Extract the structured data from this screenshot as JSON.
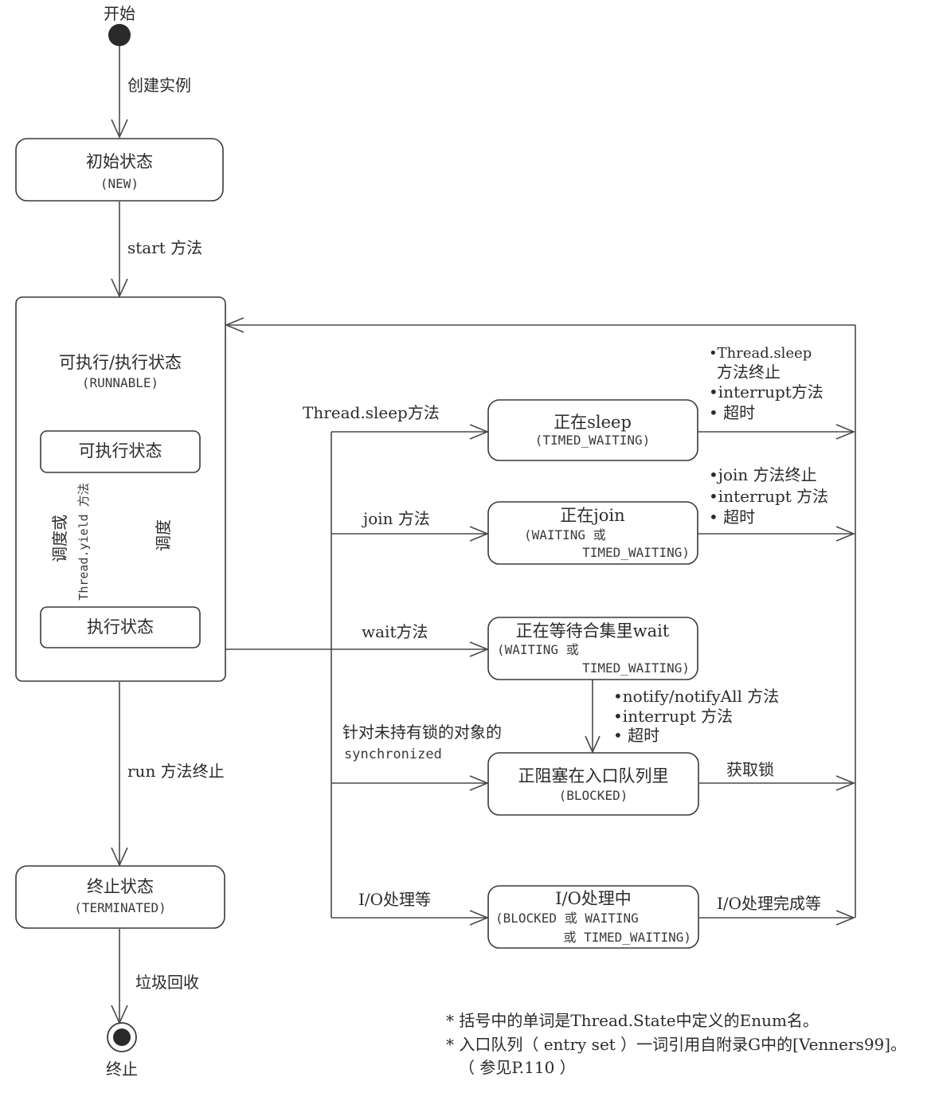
{
  "nodes": {
    "start_label": "开始",
    "end_label": "终止",
    "new": {
      "title": "初始状态",
      "code": "(NEW)"
    },
    "runnable": {
      "title": "可执行/执行状态",
      "code": "(RUNNABLE)"
    },
    "ready": {
      "title": "可执行状态"
    },
    "running": {
      "title": "执行状态"
    },
    "terminated": {
      "title": "终止状态",
      "code": "(TERMINATED)"
    },
    "sleep": {
      "title": "正在sleep",
      "code": "(TIMED_WAITING)"
    },
    "join": {
      "title": "正在join",
      "code1": "(WAITING 或",
      "code2": "TIMED_WAITING)"
    },
    "wait": {
      "title": "正在等待合集里wait",
      "code1": "(WAITING 或",
      "code2": "TIMED_WAITING)"
    },
    "blocked": {
      "title": "正阻塞在入口队列里",
      "code": "(BLOCKED)"
    },
    "io": {
      "title": "I/O处理中",
      "code1": "(BLOCKED 或 WAITING",
      "code2": "或 TIMED_WAITING)"
    }
  },
  "edges": {
    "create": "创建实例",
    "start": "start 方法",
    "run_end": "run 方法终止",
    "gc": "垃圾回收",
    "schedule_or": "调度或",
    "yield": "Thread.yield 方法",
    "schedule": "调度",
    "to_sleep": "Thread.sleep方法",
    "to_join": "join 方法",
    "to_wait": "wait方法",
    "to_blocked_1": "针对未持有锁的对象的",
    "to_blocked_2": "synchronized",
    "to_io": "I/O处理等",
    "sleep_exit": [
      "•Thread.sleep",
      "方法终止",
      "•interrupt方法",
      "• 超时"
    ],
    "join_exit": [
      "•join 方法终止",
      "•interrupt 方法",
      "• 超时"
    ],
    "wait_exit": [
      "•notify/notifyAll 方法",
      "•interrupt 方法",
      "• 超时"
    ],
    "blocked_exit": "获取锁",
    "io_exit": "I/O处理完成等"
  },
  "notes": [
    "* 括号中的单词是Thread.State中定义的Enum名。",
    "* 入口队列（ entry set ）一词引用自附录G中的[Venners99]。",
    "（ 参见P.110 ）"
  ]
}
